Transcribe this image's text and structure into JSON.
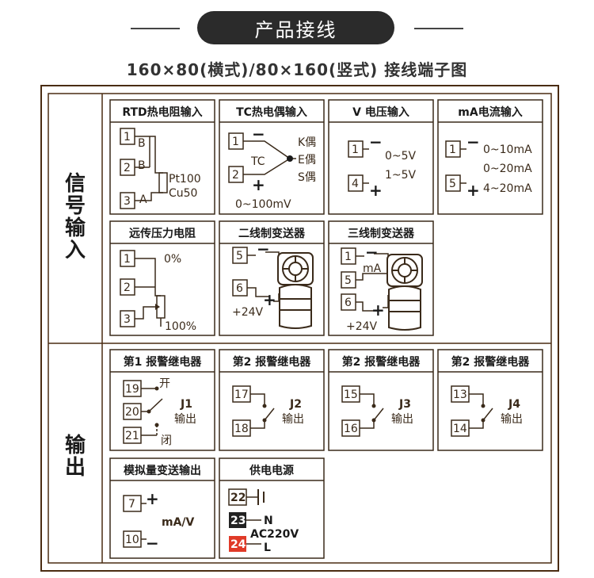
{
  "header": {
    "title": "产品接线"
  },
  "subtitle": "160×80(横式)/80×160(竖式) 接线端子图",
  "sections": {
    "signal_input": "信号输入",
    "output": "输出"
  },
  "panels": {
    "rtd": {
      "title": "RTD热电阻输入",
      "t1": "1",
      "t2": "2",
      "t3": "3",
      "b1": "B",
      "b2": "B",
      "a": "A",
      "pt100": "Pt100",
      "cu50": "Cu50"
    },
    "tc": {
      "title": "TC热电偶输入",
      "t1": "1",
      "t2": "2",
      "minus": "−",
      "plus": "+",
      "tc": "TC",
      "k": "K偶",
      "e": "E偶",
      "s": "S偶",
      "range": "0~100mV"
    },
    "v": {
      "title": "V 电压输入",
      "t1": "1",
      "t4": "4",
      "minus": "−",
      "plus": "+",
      "r1": "0~5V",
      "r2": "1~5V"
    },
    "ma": {
      "title": "mA电流输入",
      "t1": "1",
      "t5": "5",
      "minus": "−",
      "plus": "+",
      "r1": "0~10mA",
      "r2": "0~20mA",
      "r3": "4~20mA"
    },
    "remote": {
      "title": "远传压力电阻",
      "t1": "1",
      "t2": "2",
      "t3": "3",
      "p0": "0%",
      "p100": "100%"
    },
    "two_wire": {
      "title": "二线制变送器",
      "t5": "5",
      "t6": "6",
      "minus": "−",
      "plus": "+",
      "v24": "+24V"
    },
    "three_wire": {
      "title": "三线制变送器",
      "t1": "1",
      "t5": "5",
      "t6": "6",
      "minus": "−",
      "plus": "+",
      "ma": "mA",
      "v24": "+24V"
    },
    "relay1": {
      "title": "第1 报警继电器",
      "t19": "19",
      "t20": "20",
      "t21": "21",
      "open": "开",
      "close": "闭",
      "j": "J1",
      "out": "输出"
    },
    "relay2": {
      "title": "第2 报警继电器",
      "t17": "17",
      "t18": "18",
      "j": "J2",
      "out": "输出"
    },
    "relay3": {
      "title": "第2 报警继电器",
      "t15": "15",
      "t16": "16",
      "j": "J3",
      "out": "输出"
    },
    "relay4": {
      "title": "第2 报警继电器",
      "t13": "13",
      "t14": "14",
      "j": "J4",
      "out": "输出"
    },
    "analog": {
      "title": "模拟量变送输出",
      "t7": "7",
      "t10": "10",
      "plus": "+",
      "minus": "−",
      "unit": "mA/V"
    },
    "power": {
      "title": "供电电源",
      "t22": "22",
      "t23": "23",
      "t24": "24",
      "n": "N",
      "ac": "AC220V",
      "l": "L"
    }
  },
  "colors": {
    "frame": "#4a2c12",
    "line": "#3a2a1a",
    "terminal_dark": "#222222",
    "terminal_red": "#e03a28"
  }
}
